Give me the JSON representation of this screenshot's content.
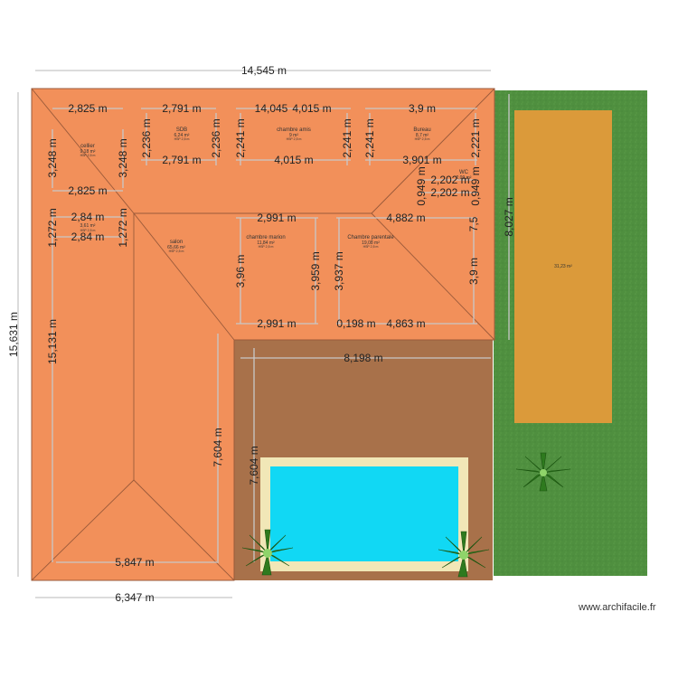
{
  "colors": {
    "roof": "#f2905a",
    "roof_line": "#9a5a3a",
    "terrace": "#a8714a",
    "grass": "#4f8f3f",
    "garden_bed": "#db9a3a",
    "pool_border": "#f1e7b7",
    "pool_water": "#11d8f4",
    "dimension_line": "#c8c8c8"
  },
  "dimensions": {
    "overall_width": "14,545 m",
    "overall_height": "15,631 m",
    "bottom_width": "6,347 m",
    "inner_bottom": "5,847 m",
    "left_inner_height": "15,131 m",
    "cellier_width_top": "2,825 m",
    "cellier_width_bottom": "2,825 m",
    "cellier_height_left": "3,248 m",
    "cellier_height_right": "3,248 m",
    "sdb_width_top": "2,791 m",
    "sdb_width_bottom": "2,791 m",
    "sdb_height_left": "2,236 m",
    "sdb_height_right": "2,236 m",
    "amis_width_top": "4,015 m",
    "amis_width_bottom": "4,015 m",
    "amis_height_left": "2,241 m",
    "amis_height_right": "2,241 m",
    "overlap_top": "14,045",
    "bureau_width_top": "3,9 m",
    "bureau_width_bottom": "3,901 m",
    "bureau_height_left": "2,241 m",
    "bureau_height_right": "2,221 m",
    "wc_width_top": "2,202 m",
    "wc_width_bottom": "2,202 m",
    "wc_height_left": "0,949 m",
    "wc_height_right": "0,949 m",
    "right_height": "7,5",
    "garden_height": "8,027 m",
    "entry_width_top": "2,84 m",
    "entry_width_bottom": "2,84 m",
    "entry_height_left": "1,272 m",
    "entry_height_right": "1,272 m",
    "marion_width_top": "2,991 m",
    "marion_width_bottom": "2,991 m",
    "marion_height_left": "3,96 m",
    "marion_height_right": "3,959 m",
    "parentale_width_top": "4,882 m",
    "parentale_width_bottom": "4,863 m",
    "parentale_height_left": "3,937 m",
    "parentale_height_right": "3,9 m",
    "gap_small": "0,198 m",
    "terrace_width": "8,198 m",
    "salon_height": "7,604 m",
    "terrace_height": "7,604 m"
  },
  "rooms": {
    "cellier": {
      "name": "cellier",
      "area": "9,18 m²",
      "hsp": "HSP 2,5 m"
    },
    "entree": {
      "name": "",
      "area": "3,61 m²",
      "hsp": "HSP 2,5 m"
    },
    "sdb": {
      "name": "SDB",
      "area": "6,24 m²",
      "hsp": "HSP 2,5 m"
    },
    "amis": {
      "name": "chambre amis",
      "area": "9 m²",
      "hsp": "HSP 2,5 m"
    },
    "bureau": {
      "name": "Bureau",
      "area": "8,7 m²",
      "hsp": "HSP 2,5 m"
    },
    "wc": {
      "name": "WC",
      "area": "2,09 m²",
      "hsp": ""
    },
    "salon": {
      "name": "salon",
      "area": "65,66 m²",
      "hsp": "HSP 2,5 m"
    },
    "marion": {
      "name": "chambre marion",
      "area": "11,84 m²",
      "hsp": "HSP 2,5 m"
    },
    "parentale": {
      "name": "Chambre parentale",
      "area": "19,08 m²",
      "hsp": "HSP 2,5 m"
    },
    "garden": {
      "name": "",
      "area": "31,23 m²",
      "hsp": ""
    }
  },
  "watermark": "www.archifacile.fr",
  "icons": {
    "palm": "palm-tree-icon"
  }
}
